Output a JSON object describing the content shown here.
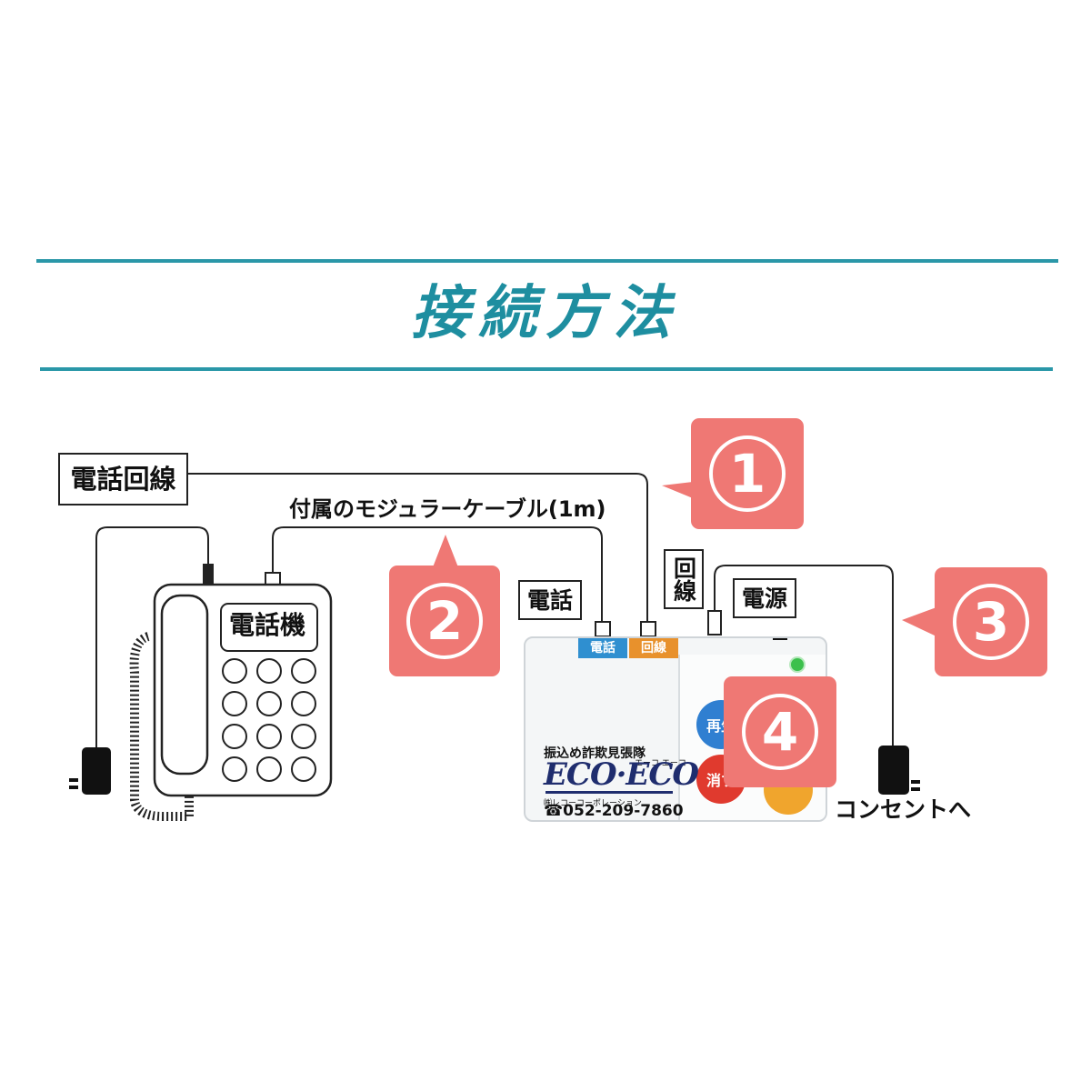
{
  "header": {
    "title": "接続方法"
  },
  "labels": {
    "phone_line": "電話回線",
    "modular_cable": "付属のモジュラーケーブル(1m)",
    "telephone": "電話機",
    "port_phone": "電話",
    "port_line": "回線",
    "power": "電源",
    "to_outlet": "コンセントへ"
  },
  "callouts": [
    {
      "number": "1"
    },
    {
      "number": "2"
    },
    {
      "number": "3"
    },
    {
      "number": "4"
    }
  ],
  "device": {
    "port_phone_tag": "電話",
    "port_line_tag": "回線",
    "button_play": "再生",
    "button_delete": "消す",
    "brand_subtitle": "振込め詐欺見張隊",
    "brand_kana": "エーコ エーコ",
    "brand_name": "ECO·ECO",
    "company": "㈱レコーコーポレーション",
    "phone_number": "☎052-209-7860"
  },
  "colors": {
    "accent": "#1e8ea0",
    "callout": "#ef7874",
    "tag_phone": "#2f8fd0",
    "tag_line": "#e8912c",
    "button_play": "#2f7fd1",
    "button_delete": "#e03a2e",
    "button_other": "#f0a52d"
  }
}
